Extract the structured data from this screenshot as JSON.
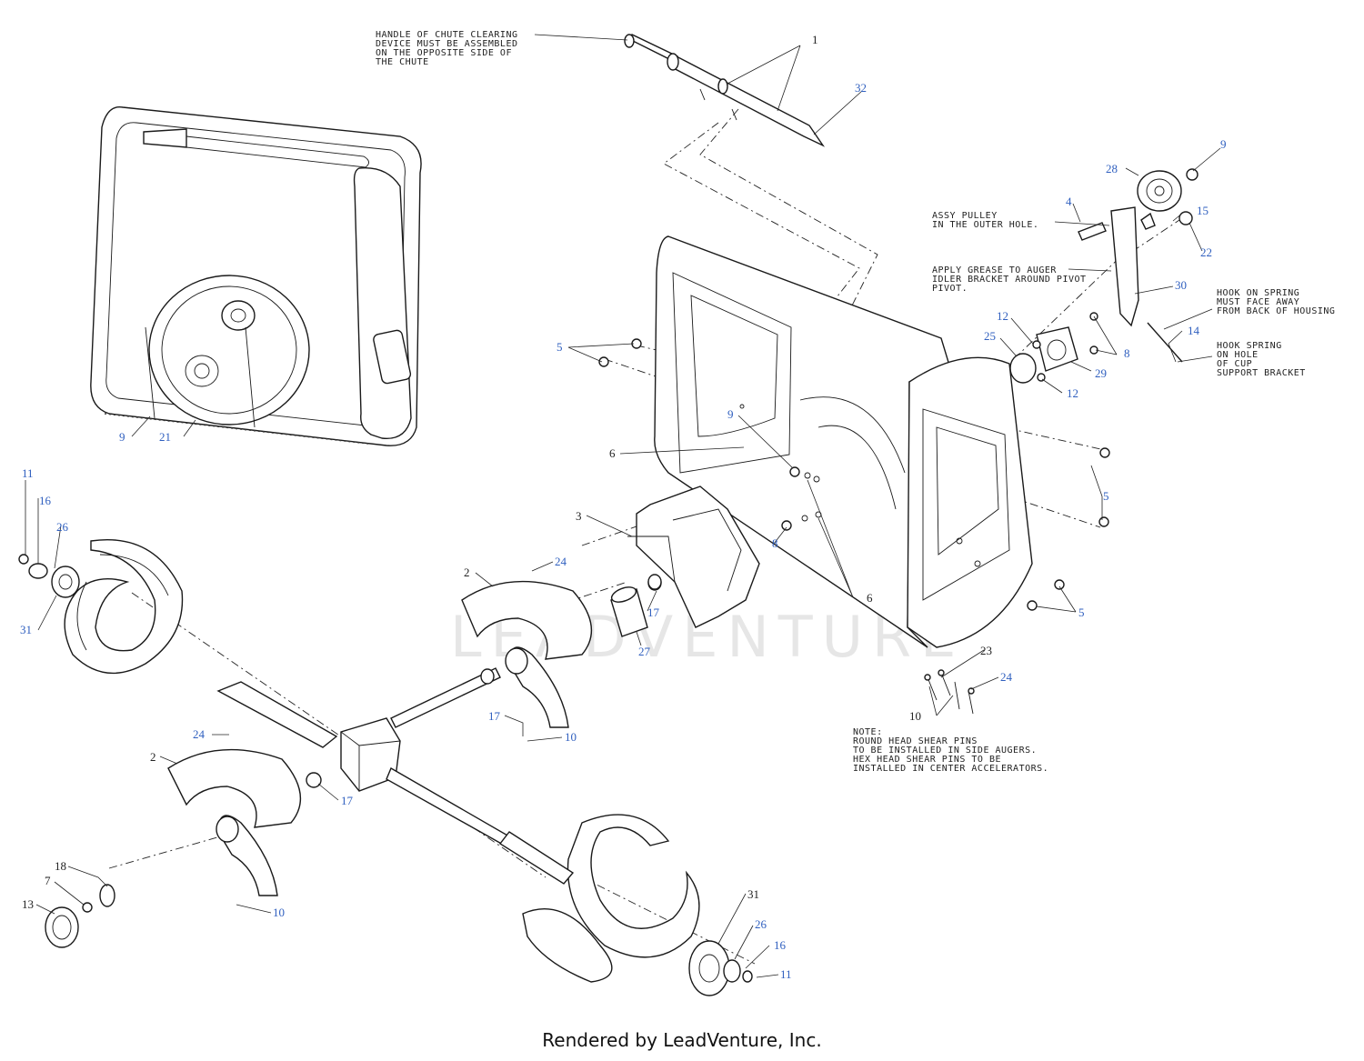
{
  "watermark": "LEADVENTURE",
  "footer": "Rendered by LeadVenture, Inc.",
  "notes": {
    "chute_handle": [
      "HANDLE OF CHUTE CLEARING",
      "DEVICE MUST BE ASSEMBLED",
      "ON THE OPPOSITE SIDE OF",
      "THE CHUTE"
    ],
    "assy_pulley": [
      "ASSY PULLEY",
      "IN THE OUTER HOLE."
    ],
    "grease": [
      "APPLY GREASE TO AUGER",
      "IDLER BRACKET AROUND PIVOT",
      "PIVOT."
    ],
    "hook_spring_away": [
      "HOOK ON SPRING",
      "MUST FACE AWAY",
      "FROM BACK OF HOUSING"
    ],
    "hook_spring_hole": [
      "HOOK SPRING",
      "ON HOLE",
      "OF CUP",
      "SUPPORT BRACKET"
    ],
    "shear_pins": [
      "NOTE:",
      "ROUND HEAD SHEAR PINS",
      "TO BE INSTALLED IN SIDE AUGERS.",
      "HEX HEAD SHEAR PINS TO BE",
      "INSTALLED IN CENTER ACCELERATORS."
    ]
  },
  "callouts": [
    {
      "id": "c1",
      "label": "1"
    },
    {
      "id": "c32",
      "label": "32"
    },
    {
      "id": "c9a",
      "label": "9"
    },
    {
      "id": "c28",
      "label": "28"
    },
    {
      "id": "c4",
      "label": "4"
    },
    {
      "id": "c15",
      "label": "15"
    },
    {
      "id": "c22",
      "label": "22"
    },
    {
      "id": "c30",
      "label": "30"
    },
    {
      "id": "c14",
      "label": "14"
    },
    {
      "id": "c12a",
      "label": "12"
    },
    {
      "id": "c25",
      "label": "25"
    },
    {
      "id": "c8a",
      "label": "8"
    },
    {
      "id": "c29",
      "label": "29"
    },
    {
      "id": "c12b",
      "label": "12"
    },
    {
      "id": "c5a",
      "label": "5"
    },
    {
      "id": "c9b",
      "label": "9"
    },
    {
      "id": "c6a",
      "label": "6"
    },
    {
      "id": "c3",
      "label": "3"
    },
    {
      "id": "c8b",
      "label": "8"
    },
    {
      "id": "c6b",
      "label": "6"
    },
    {
      "id": "c5b",
      "label": "5"
    },
    {
      "id": "c5c",
      "label": "5"
    },
    {
      "id": "c9c",
      "label": "9"
    },
    {
      "id": "c21",
      "label": "21"
    },
    {
      "id": "c11a",
      "label": "11"
    },
    {
      "id": "c16a",
      "label": "16"
    },
    {
      "id": "c26a",
      "label": "26"
    },
    {
      "id": "c31a",
      "label": "31"
    },
    {
      "id": "c24a",
      "label": "24"
    },
    {
      "id": "c2a",
      "label": "2"
    },
    {
      "id": "c17a",
      "label": "17"
    },
    {
      "id": "c27",
      "label": "27"
    },
    {
      "id": "c23",
      "label": "23"
    },
    {
      "id": "c24b",
      "label": "24"
    },
    {
      "id": "c10a",
      "label": "10"
    },
    {
      "id": "c17b",
      "label": "17"
    },
    {
      "id": "c10b",
      "label": "10"
    },
    {
      "id": "c24c",
      "label": "24"
    },
    {
      "id": "c2b",
      "label": "2"
    },
    {
      "id": "c17c",
      "label": "17"
    },
    {
      "id": "c18",
      "label": "18"
    },
    {
      "id": "c7",
      "label": "7"
    },
    {
      "id": "c13",
      "label": "13"
    },
    {
      "id": "c10c",
      "label": "10"
    },
    {
      "id": "c31b",
      "label": "31"
    },
    {
      "id": "c26b",
      "label": "26"
    },
    {
      "id": "c16b",
      "label": "16"
    },
    {
      "id": "c11b",
      "label": "11"
    }
  ]
}
